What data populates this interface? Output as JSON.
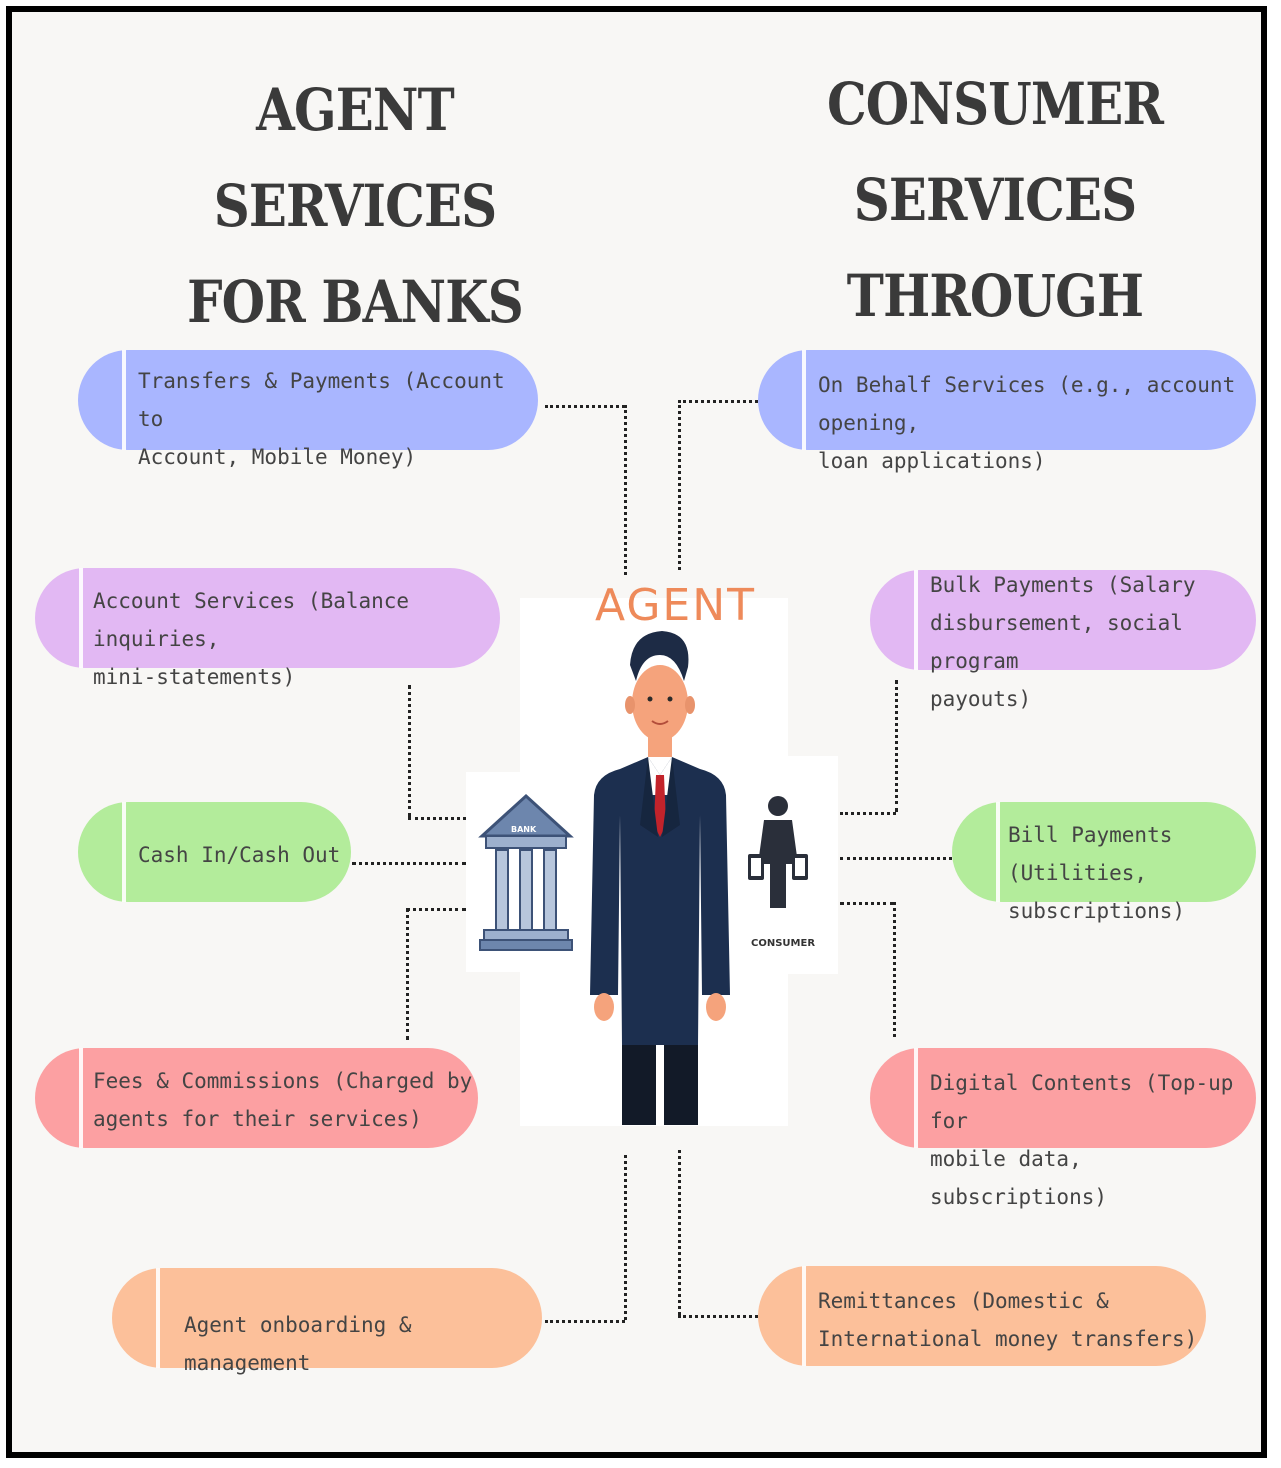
{
  "headings": {
    "left": [
      "AGENT SERVICES",
      "FOR BANKS"
    ],
    "right": [
      "CONSUMER SERVICES",
      "THROUGH AGENTS"
    ]
  },
  "left_services": [
    {
      "label": "Transfers & Payments (Account to\nAccount, Mobile Money)",
      "color": "#a9b6ff"
    },
    {
      "label": "Account Services (Balance inquiries,\nmini-statements)",
      "color": "#e2b8f3"
    },
    {
      "label": "Cash In/Cash Out",
      "color": "#b3ec9b"
    },
    {
      "label": "Fees & Commissions (Charged by\nagents for their services)",
      "color": "#fca0a2"
    },
    {
      "label": "Agent onboarding & management",
      "color": "#fcc09a"
    }
  ],
  "right_services": [
    {
      "label": "On Behalf Services (e.g., account opening,\nloan applications)",
      "color": "#a9b6ff"
    },
    {
      "label": "Bulk Payments (Salary\ndisbursement, social program\npayouts)",
      "color": "#e2b8f3"
    },
    {
      "label": "Bill Payments (Utilities,\nsubscriptions)",
      "color": "#b3ec9b"
    },
    {
      "label": "Digital Contents (Top-up for\nmobile data, subscriptions)",
      "color": "#fca0a2"
    },
    {
      "label": "Remittances (Domestic &\nInternational money transfers)",
      "color": "#fcc09a"
    }
  ],
  "center": {
    "agent_label": "AGENT",
    "bank_label": "BANK",
    "consumer_label": "CONSUMER"
  }
}
